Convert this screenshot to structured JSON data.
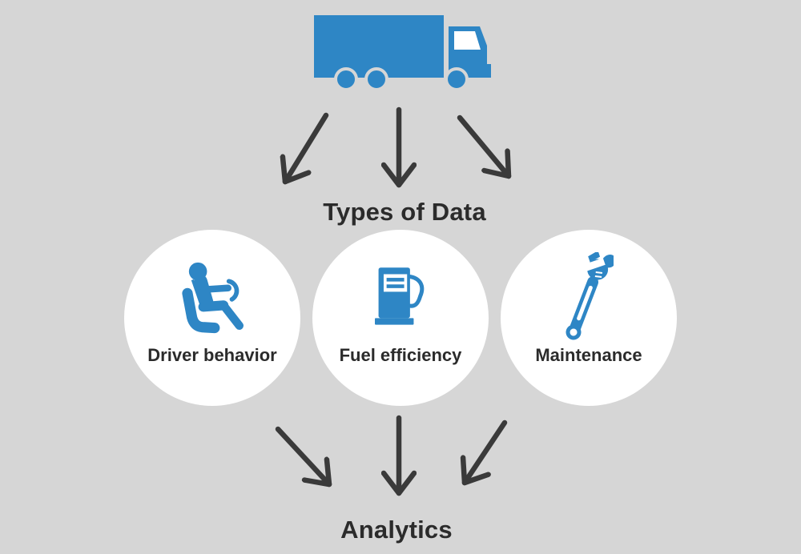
{
  "diagram": {
    "colors": {
      "background": "#D6D6D6",
      "accent_blue": "#2E86C5",
      "arrow": "#3A3A3A",
      "text": "#2B2B2B",
      "node_background": "#FFFFFF"
    },
    "source_icon": "truck-icon",
    "top_label": "Types of Data",
    "nodes": [
      {
        "icon": "driver-icon",
        "label": "Driver behavior"
      },
      {
        "icon": "fuel-pump-icon",
        "label": "Fuel efficiency"
      },
      {
        "icon": "wrench-icon",
        "label": "Maintenance"
      }
    ],
    "bottom_label": "Analytics",
    "arrow_groups": [
      {
        "from": "truck",
        "to": "types-of-data",
        "count": 3
      },
      {
        "from": "types-of-data",
        "to": "analytics",
        "count": 3
      }
    ]
  }
}
